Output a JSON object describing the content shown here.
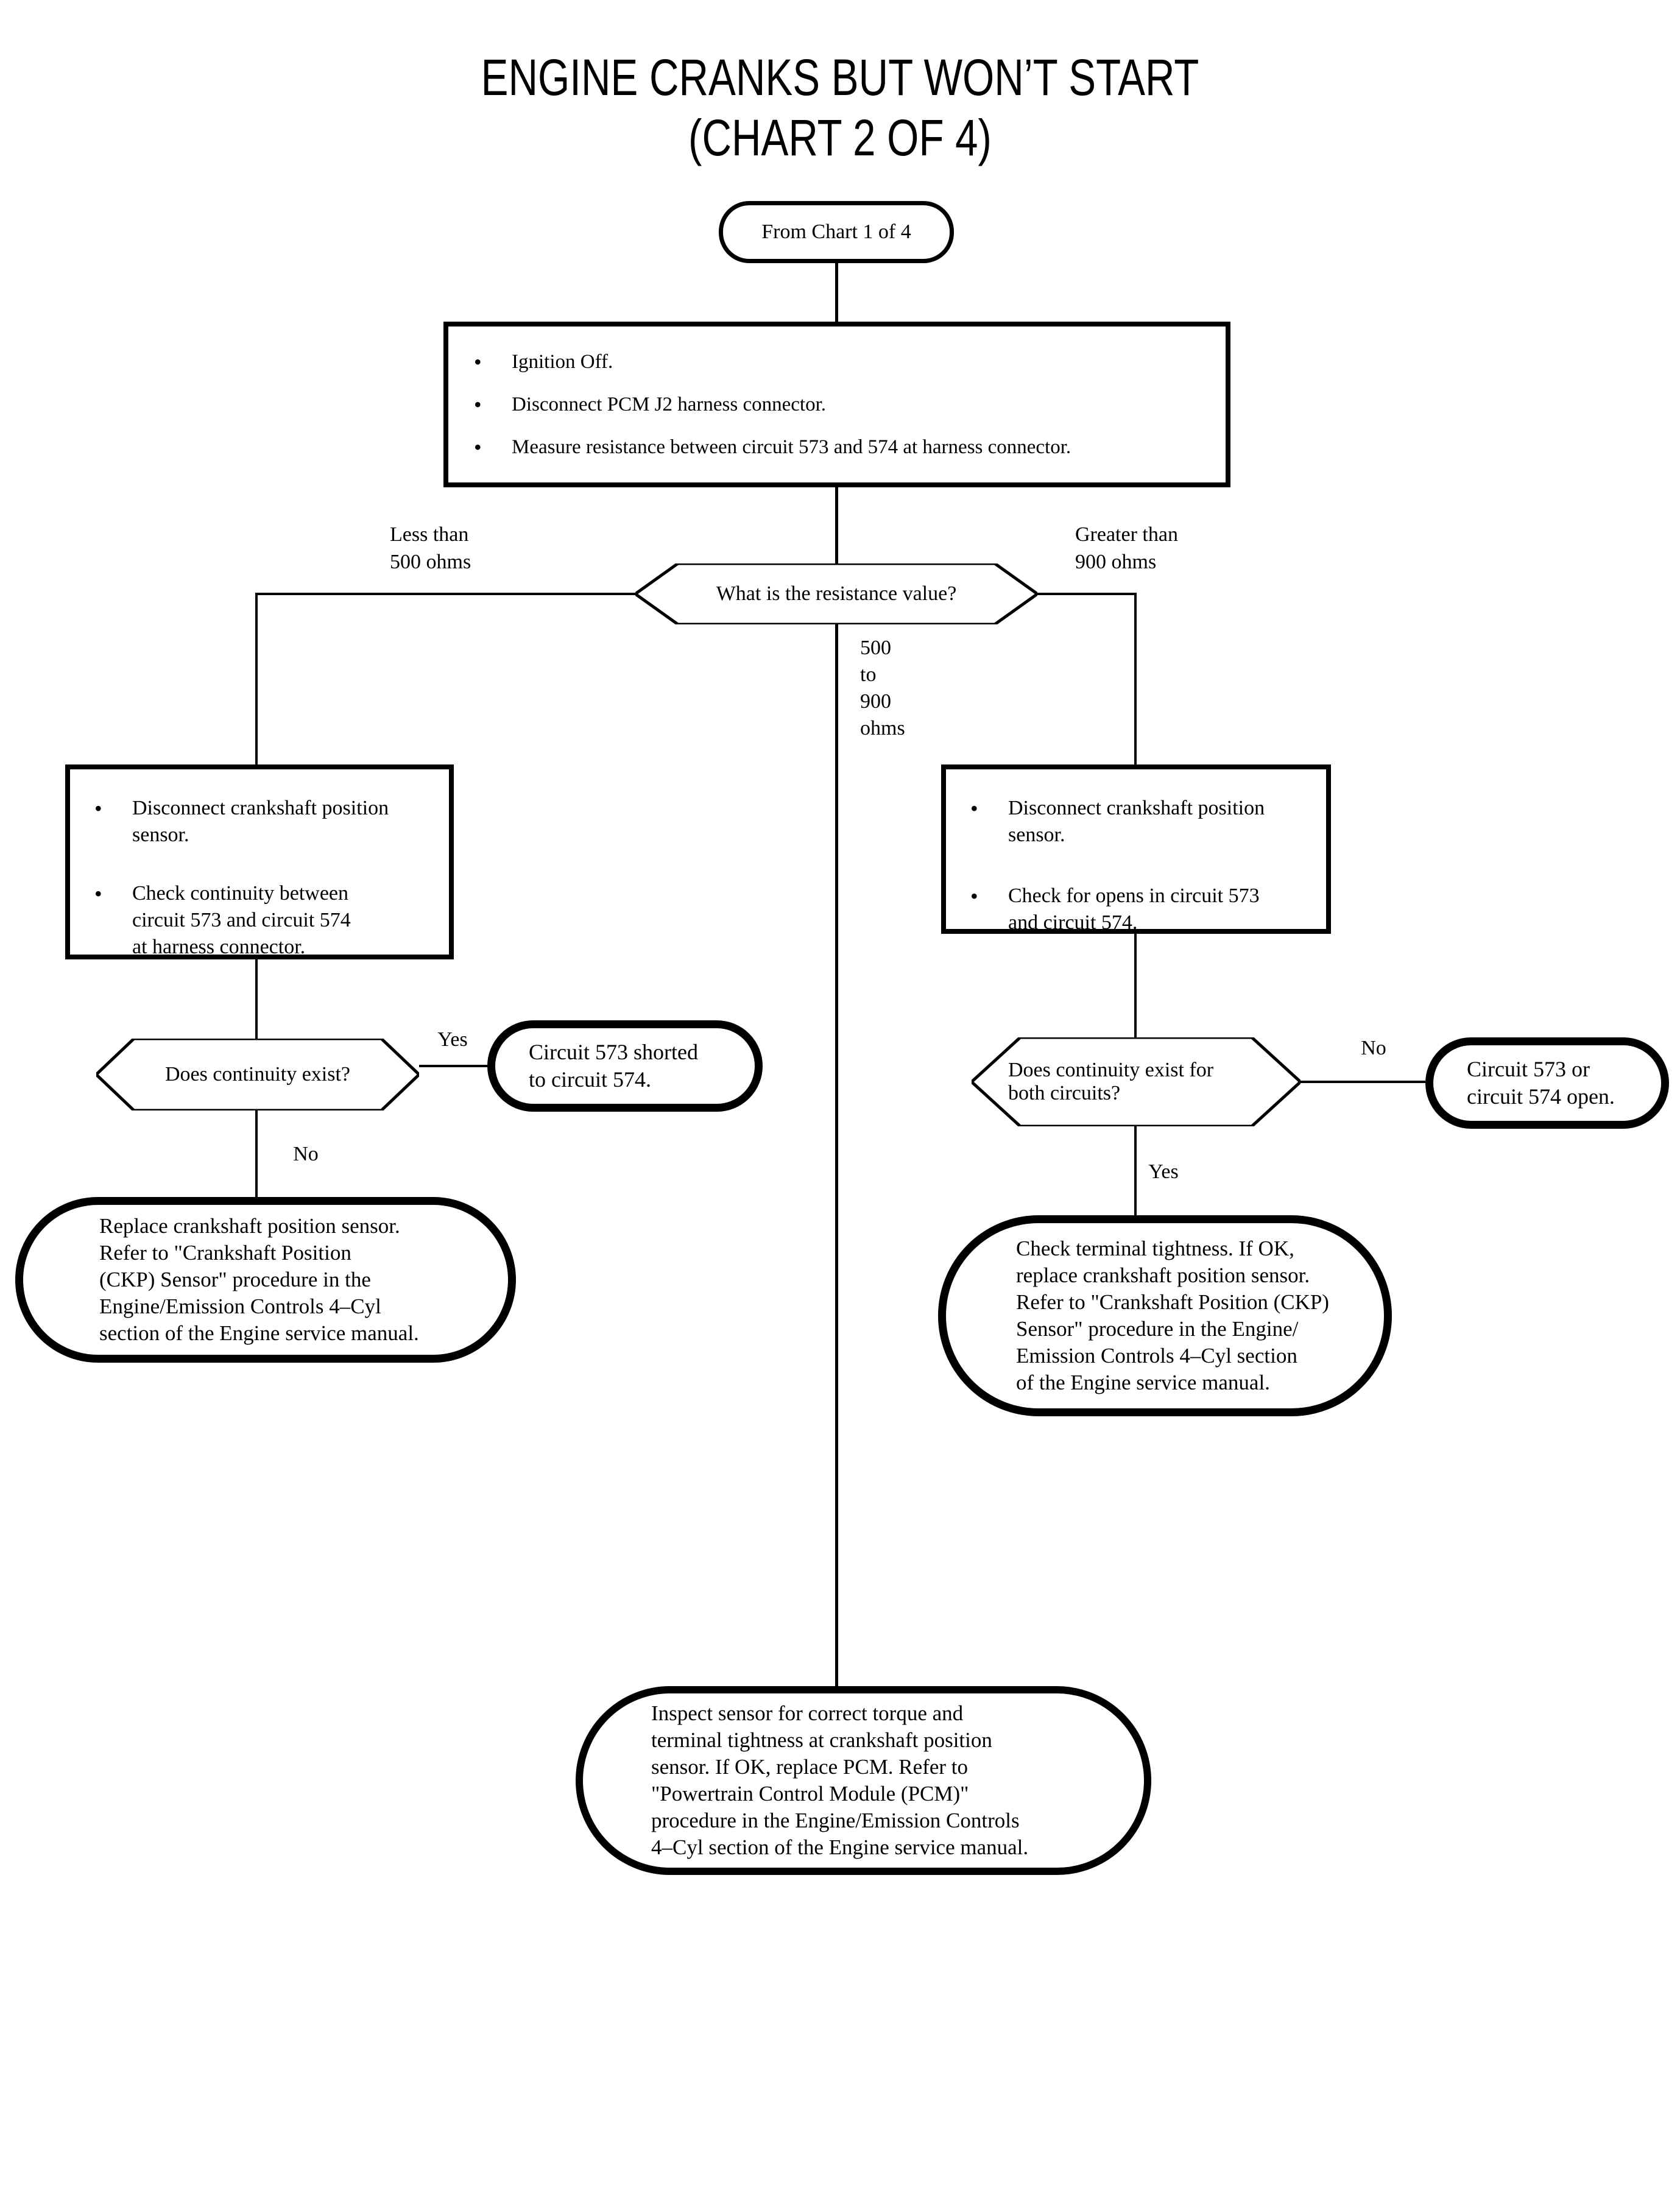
{
  "title": {
    "line1": "ENGINE CRANKS BUT WON’T START",
    "line2": "(CHART 2 OF 4)"
  },
  "colors": {
    "ink": "#000000",
    "paper": "#ffffff"
  },
  "glyphs": {
    "bullet": "•"
  },
  "nodes": {
    "start": {
      "label": "From Chart 1 of 4"
    },
    "step1": {
      "bullets": [
        "Ignition Off.",
        "Disconnect PCM J2 harness connector.",
        "Measure resistance between circuit 573 and 574 at harness connector."
      ]
    },
    "decision1": {
      "label": "What is the resistance value?"
    },
    "left_step": {
      "bullets": [
        "Disconnect crankshaft position\nsensor.",
        "Check continuity between\ncircuit 573 and circuit 574\nat harness connector."
      ]
    },
    "right_step": {
      "bullets": [
        "Disconnect crankshaft position\nsensor.",
        "Check for opens in circuit 573\nand circuit 574."
      ]
    },
    "left_decision": {
      "label": "Does continuity exist?"
    },
    "right_decision": {
      "label": "Does continuity exist for\nboth circuits?"
    }
  },
  "branch_labels": {
    "less": "Less than\n500 ohms",
    "greater": "Greater than\n900 ohms",
    "mid": "500\nto\n900\nohms"
  },
  "edge_labels": {
    "left_yes": "Yes",
    "left_no": "No",
    "right_yes": "Yes",
    "right_no": "No"
  },
  "outcomes": {
    "left_yes": {
      "text": "Circuit 573 shorted\nto circuit 574."
    },
    "left_no": {
      "text": "Replace crankshaft position sensor.\nRefer to \"Crankshaft Position\n(CKP) Sensor\" procedure in the\nEngine/Emission Controls 4–Cyl\nsection of the Engine service manual."
    },
    "right_no": {
      "text": "Circuit 573 or\ncircuit 574 open."
    },
    "right_yes": {
      "text": "Check terminal tightness. If OK,\nreplace crankshaft position sensor.\nRefer to \"Crankshaft Position (CKP)\nSensor\" procedure in the Engine/\nEmission Controls 4–Cyl section\nof the Engine service manual."
    },
    "middle": {
      "text": "Inspect sensor for correct torque and\nterminal tightness at crankshaft position\nsensor. If OK, replace PCM. Refer to\n\"Powertrain Control Module (PCM)\"\nprocedure in the Engine/Emission Controls\n4–Cyl section of the Engine service manual."
    }
  }
}
